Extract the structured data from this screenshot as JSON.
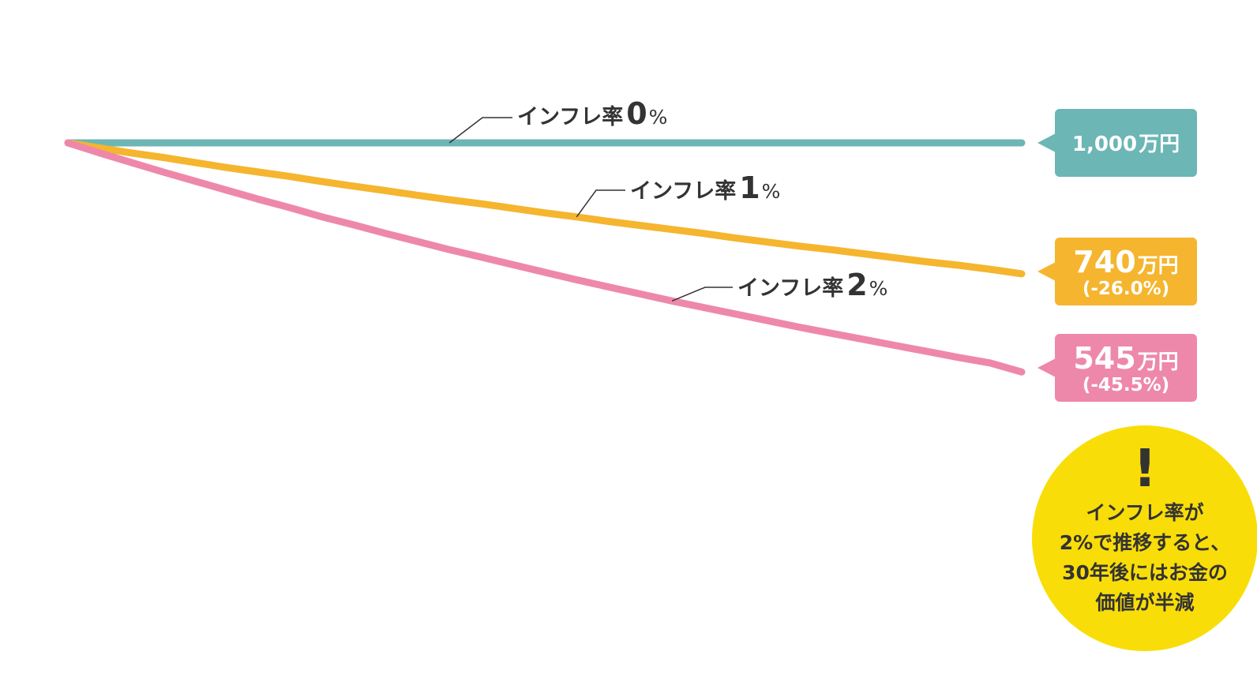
{
  "chart_data": {
    "type": "line",
    "x": [
      0,
      1,
      2,
      3,
      4,
      5,
      6,
      7,
      8,
      9,
      10,
      11,
      12,
      13,
      14,
      15,
      16,
      17,
      18,
      19,
      20,
      21,
      22,
      23,
      24,
      25,
      26,
      27,
      28,
      29,
      30
    ],
    "ylim": [
      500,
      1000
    ],
    "grid": false,
    "series": [
      {
        "name": "インフレ率0%",
        "color": "#6cb6b5",
        "values": [
          1000,
          1000,
          1000,
          1000,
          1000,
          1000,
          1000,
          1000,
          1000,
          1000,
          1000,
          1000,
          1000,
          1000,
          1000,
          1000,
          1000,
          1000,
          1000,
          1000,
          1000,
          1000,
          1000,
          1000,
          1000,
          1000,
          1000,
          1000,
          1000,
          1000,
          1000
        ],
        "label": {
          "name": "インフレ率",
          "num": "0",
          "pct": "%"
        },
        "callout": {
          "value": "1,000",
          "unit": "万円",
          "change": ""
        }
      },
      {
        "name": "インフレ率1%",
        "color": "#f5b52e",
        "values": [
          1000,
          990,
          980,
          971,
          961,
          951,
          942,
          933,
          923,
          914,
          905,
          896,
          887,
          879,
          870,
          861,
          853,
          844,
          836,
          828,
          820,
          811,
          803,
          795,
          788,
          780,
          772,
          764,
          757,
          749,
          740
        ],
        "label": {
          "name": "インフレ率",
          "num": "1",
          "pct": "%"
        },
        "callout": {
          "value": "740",
          "unit": "万円",
          "change": "(-26.0%)"
        }
      },
      {
        "name": "インフレ率2%",
        "color": "#ee88aa",
        "values": [
          1000,
          980,
          961,
          942,
          924,
          906,
          888,
          871,
          853,
          837,
          820,
          804,
          788,
          773,
          758,
          743,
          728,
          714,
          700,
          686,
          673,
          660,
          647,
          634,
          622,
          610,
          598,
          586,
          574,
          563,
          545
        ],
        "label": {
          "name": "インフレ率",
          "num": "2",
          "pct": "%"
        },
        "callout": {
          "value": "545",
          "unit": "万円",
          "change": "(-45.5%)"
        }
      }
    ]
  },
  "note": {
    "mark": "!",
    "lines": [
      "インフレ率が",
      "2%で推移すると、",
      "30年後にはお金の",
      "価値が半減"
    ],
    "color": "#f9dd09"
  }
}
